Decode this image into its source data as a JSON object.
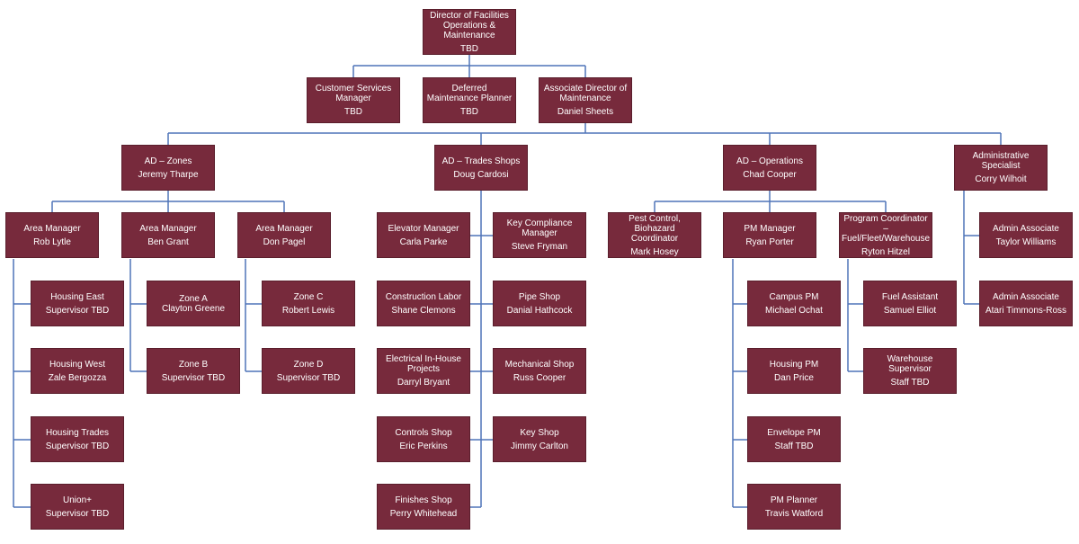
{
  "colors": {
    "box_fill": "#772a3c",
    "box_text": "#ffffff",
    "connector": "#4f74b8"
  },
  "nodes": {
    "director": {
      "title": "Director of Facilities Operations & Maintenance",
      "name": "TBD"
    },
    "csm": {
      "title": "Customer Services Manager",
      "name": "TBD"
    },
    "dmp": {
      "title": "Deferred Maintenance Planner",
      "name": "TBD"
    },
    "adm": {
      "title": "Associate Director of Maintenance",
      "name": "Daniel Sheets"
    },
    "zones": {
      "title": "AD – Zones",
      "name": "Jeremy Tharpe"
    },
    "trades": {
      "title": "AD – Trades Shops",
      "name": "Doug Cardosi"
    },
    "ops": {
      "title": "AD – Operations",
      "name": "Chad Cooper"
    },
    "admin": {
      "title": "Administrative Specialist",
      "name": "Corry Wilhoit"
    },
    "am1": {
      "title": "Area Manager",
      "name": "Rob Lytle"
    },
    "am2": {
      "title": "Area Manager",
      "name": "Ben Grant"
    },
    "am3": {
      "title": "Area Manager",
      "name": "Don Pagel"
    },
    "elev": {
      "title": "Elevator Manager",
      "name": "Carla Parke"
    },
    "keycomp": {
      "title": "Key Compliance Manager",
      "name": "Steve Fryman"
    },
    "pest": {
      "title": "Pest Control, Biohazard Coordinator",
      "name": "Mark Hosey"
    },
    "pmm": {
      "title": "PM Manager",
      "name": "Ryan Porter"
    },
    "progc": {
      "title": "Program Coordinator – Fuel/Fleet/Warehouse",
      "name": "Ryton Hitzel"
    },
    "aa1": {
      "title": "Admin Associate",
      "name": "Taylor Williams"
    },
    "aa2": {
      "title": "Admin Associate",
      "name": "Atari Timmons-Ross"
    },
    "heast": {
      "title": "Housing East",
      "name": "Supervisor TBD"
    },
    "hwest": {
      "title": "Housing West",
      "name": "Zale Bergozza"
    },
    "htrades": {
      "title": "Housing Trades",
      "name": "Supervisor TBD"
    },
    "union": {
      "title": "Union+",
      "name": "Supervisor TBD"
    },
    "zonea": {
      "title": "Zone A",
      "name": "Clayton Greene"
    },
    "zoneb": {
      "title": "Zone B",
      "name": "Supervisor TBD"
    },
    "zonec": {
      "title": "Zone C",
      "name": "Robert Lewis"
    },
    "zoned": {
      "title": "Zone D",
      "name": "Supervisor TBD"
    },
    "constr": {
      "title": "Construction Labor",
      "name": "Shane Clemons"
    },
    "elecih": {
      "title": "Electrical In-House Projects",
      "name": "Darryl Bryant"
    },
    "controls": {
      "title": "Controls Shop",
      "name": "Eric Perkins"
    },
    "finishes": {
      "title": "Finishes Shop",
      "name": "Perry Whitehead"
    },
    "pipe": {
      "title": "Pipe Shop",
      "name": "Danial Hathcock"
    },
    "mech": {
      "title": "Mechanical Shop",
      "name": "Russ Cooper"
    },
    "keyshop": {
      "title": "Key Shop",
      "name": "Jimmy Carlton"
    },
    "campuspm": {
      "title": "Campus PM",
      "name": "Michael Ochat"
    },
    "housingpm": {
      "title": "Housing PM",
      "name": "Dan Price"
    },
    "envpm": {
      "title": "Envelope PM",
      "name": "Staff TBD"
    },
    "pmplanner": {
      "title": "PM Planner",
      "name": "Travis Watford"
    },
    "fuel": {
      "title": "Fuel Assistant",
      "name": "Samuel Elliot"
    },
    "warehouse": {
      "title": "Warehouse Supervisor",
      "name": "Staff TBD"
    }
  }
}
